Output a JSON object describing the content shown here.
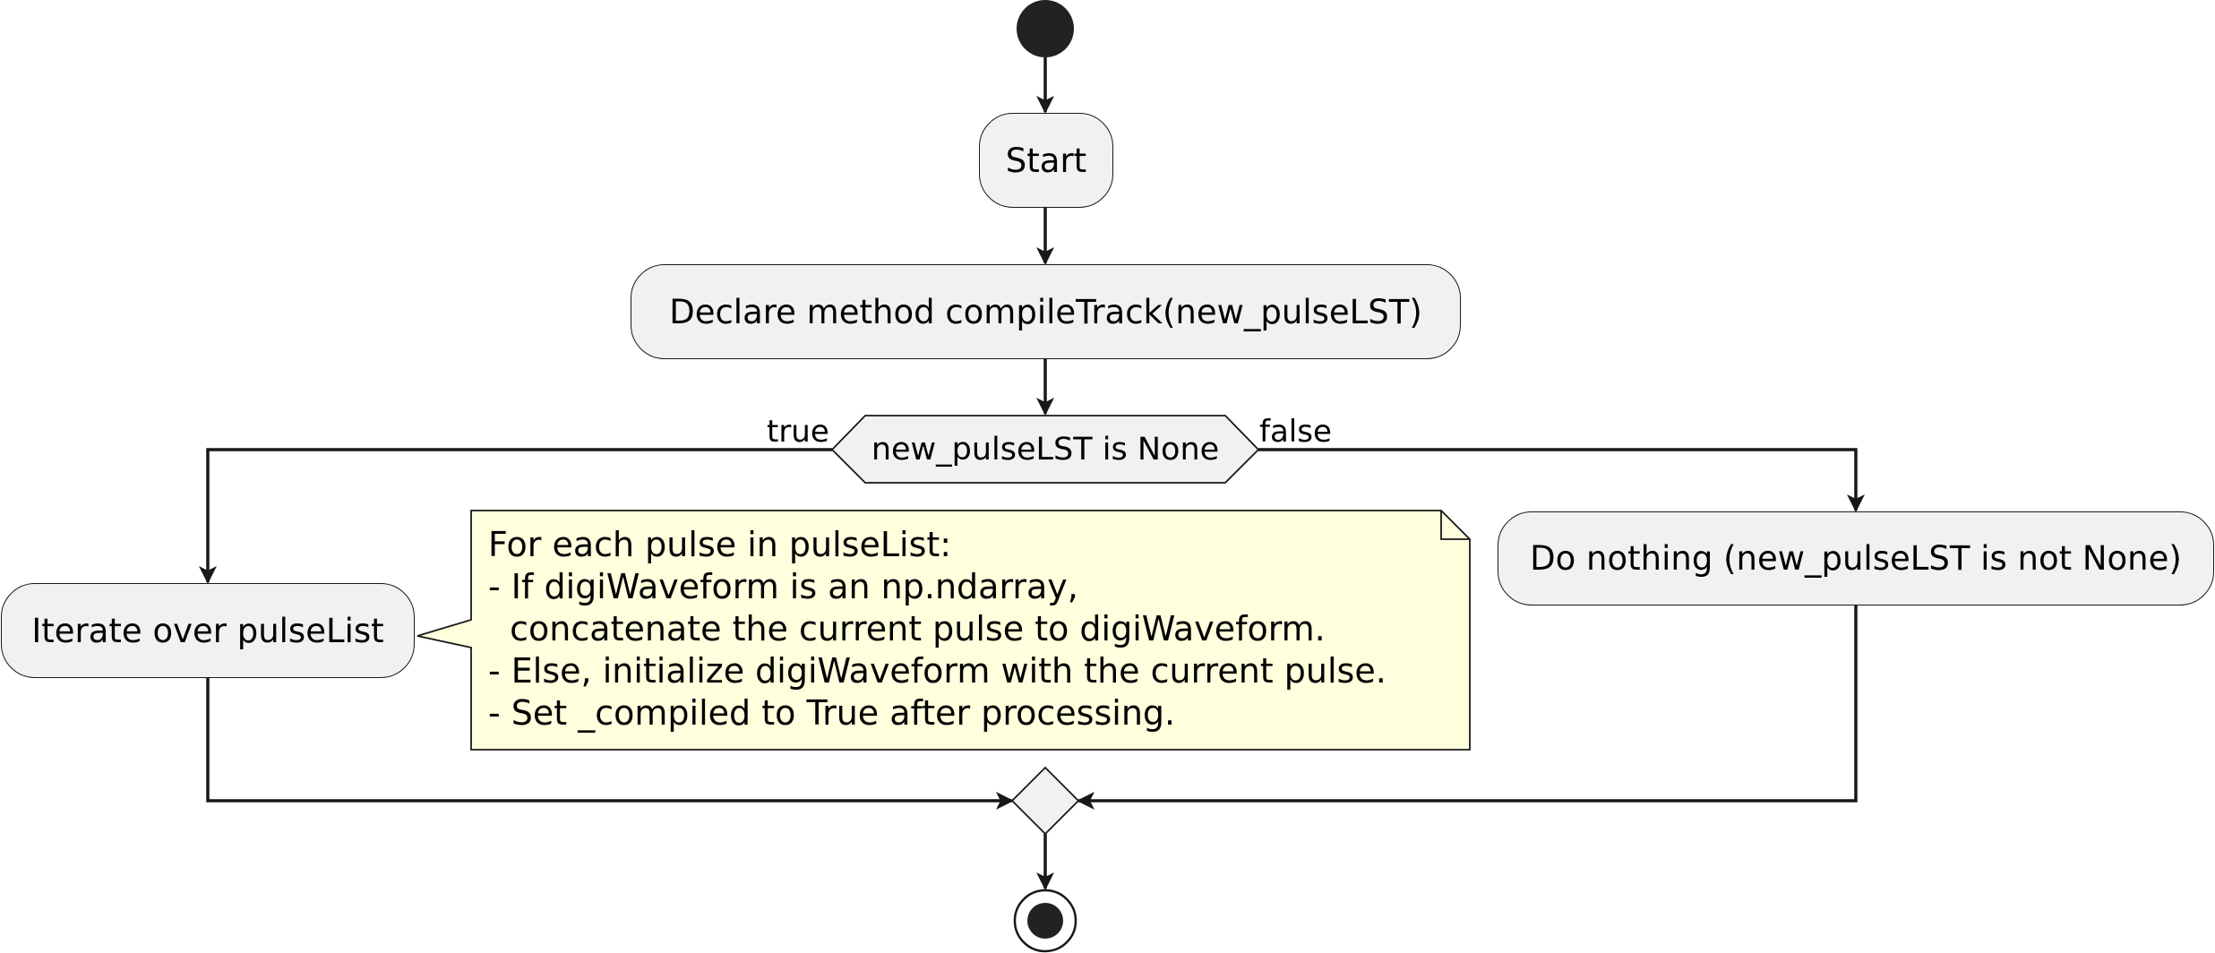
{
  "diagram": {
    "start_label": "Start",
    "declare_label": "Declare method compileTrack(new_pulseLST)",
    "condition_label": "new_pulseLST is None",
    "true_label": "true",
    "false_label": "false",
    "iterate_label": "Iterate over pulseList",
    "nothing_label": "Do nothing (new_pulseLST is not None)",
    "note_lines": [
      "For each pulse in pulseList:",
      "- If digiWaveform is an np.ndarray,",
      "  concatenate the current pulse to digiWaveform.",
      "- Else, initialize digiWaveform with the current pulse.",
      "- Set _compiled to True after processing."
    ]
  },
  "colors": {
    "node_fill": "#f1f1f1",
    "note_fill": "#feffdd",
    "line": "#181818",
    "initial_node": "#222222"
  }
}
